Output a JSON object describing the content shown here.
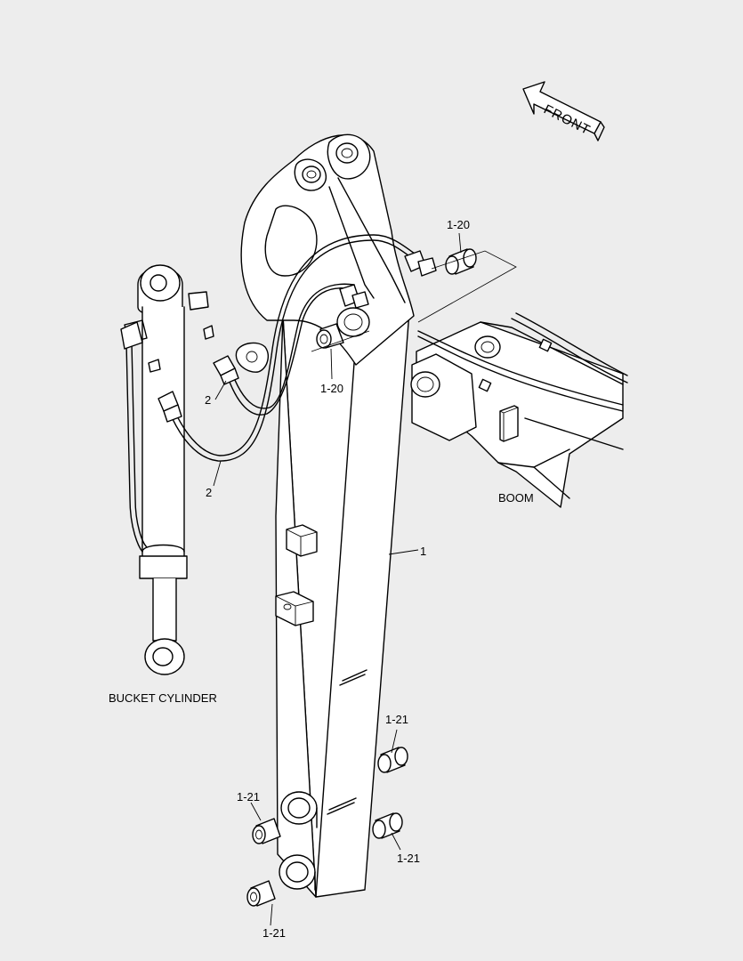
{
  "diagram": {
    "front_arrow_label": "FRONT",
    "labels": {
      "boom": "BOOM",
      "bucket_cylinder": "BUCKET CYLINDER",
      "part_1": "1",
      "part_2_upper": "2",
      "part_2_lower": "2",
      "part_1_20_top": "1-20",
      "part_1_20_mid": "1-20",
      "part_1_21_right_upper": "1-21",
      "part_1_21_left_upper": "1-21",
      "part_1_21_right_lower": "1-21",
      "part_1_21_left_lower": "1-21"
    }
  }
}
